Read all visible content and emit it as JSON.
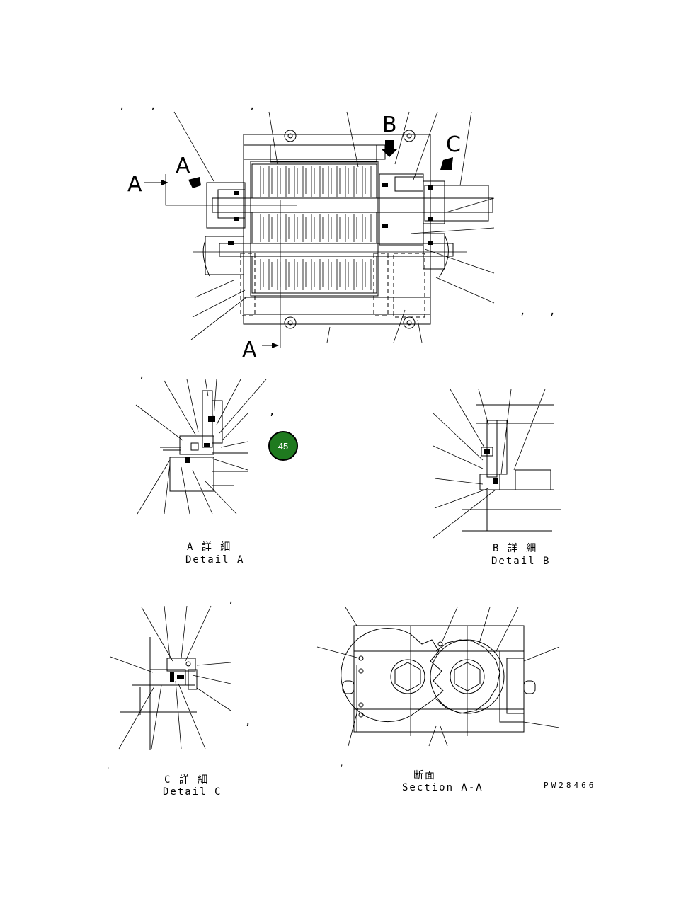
{
  "drawing": {
    "section_letters": {
      "a": "A",
      "b": "B",
      "c": "C"
    },
    "detail_a": {
      "title_jp": "A 詳 細",
      "title_en": "Detail A"
    },
    "detail_b": {
      "title_jp": "B 詳 細",
      "title_en": "Detail B"
    },
    "detail_c": {
      "title_jp": "C 詳 細",
      "title_en": "Detail C"
    },
    "section_aa": {
      "title_jp": "断面",
      "title_en": "Section A-A"
    },
    "drawing_number": "PW28466",
    "badge": {
      "value": "45",
      "color": "#1f7a1f"
    },
    "separator": ","
  }
}
